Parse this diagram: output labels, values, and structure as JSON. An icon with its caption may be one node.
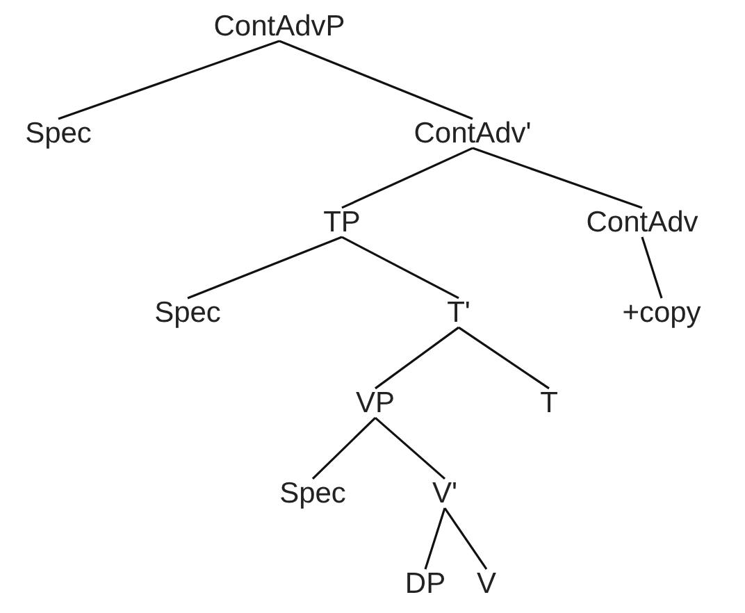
{
  "diagram": {
    "nodes": [
      {
        "text": [
          "ContAdvP"
        ]
      },
      {
        "text": [
          "Spec"
        ]
      },
      {
        "text": [
          "ContAdv'"
        ]
      },
      {
        "text": [
          "TP"
        ]
      },
      {
        "text": [
          "ContAdv"
        ]
      },
      {
        "text": [
          "Spec"
        ]
      },
      {
        "text": [
          "T'"
        ]
      },
      {
        "text": [
          "+copy"
        ]
      },
      {
        "text": [
          "VP"
        ]
      },
      {
        "text": [
          "T"
        ]
      },
      {
        "text": [
          "Spec"
        ]
      },
      {
        "text": [
          "V'"
        ]
      },
      {
        "text": [
          "DP"
        ]
      },
      {
        "text": [
          "V"
        ]
      }
    ],
    "edges": [
      {
        "from": 0,
        "to": 1,
        "arrow": "none"
      },
      {
        "from": 0,
        "to": 2,
        "arrow": "none"
      },
      {
        "from": 2,
        "to": 3,
        "arrow": "none"
      },
      {
        "from": 2,
        "to": 4,
        "arrow": "none"
      },
      {
        "from": 3,
        "to": 5,
        "arrow": "none"
      },
      {
        "from": 3,
        "to": 6,
        "arrow": "none"
      },
      {
        "from": 4,
        "to": 7,
        "arrow": "none"
      },
      {
        "from": 6,
        "to": 8,
        "arrow": "none"
      },
      {
        "from": 6,
        "to": 9,
        "arrow": "none"
      },
      {
        "from": 8,
        "to": 10,
        "arrow": "none"
      },
      {
        "from": 8,
        "to": 11,
        "arrow": "none"
      },
      {
        "from": 11,
        "to": 12,
        "arrow": "none"
      },
      {
        "from": 11,
        "to": 13,
        "arrow": "none"
      }
    ]
  }
}
